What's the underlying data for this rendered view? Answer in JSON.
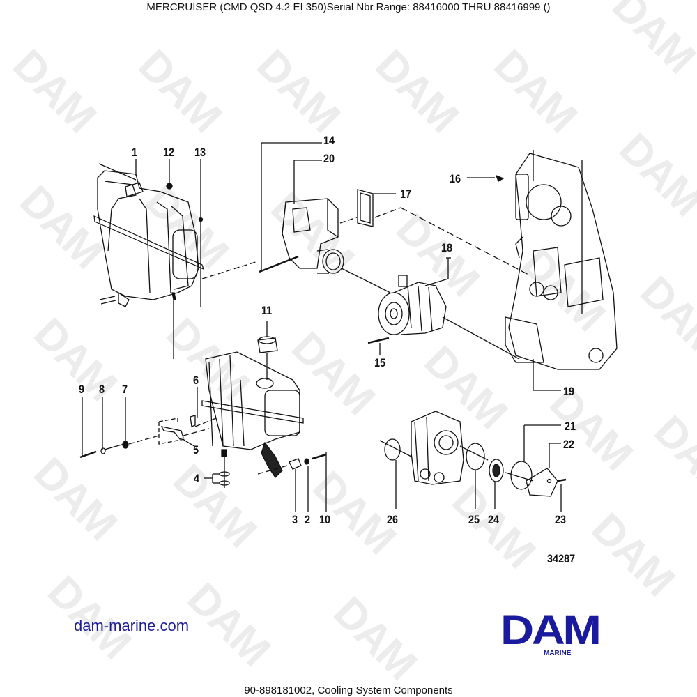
{
  "header": {
    "title": "MERCRUISER (CMD QSD 4.2 EI 350)Serial Nbr Range: 88416000 THRU 88416999 ()"
  },
  "watermark": {
    "text": "DAM",
    "color": "#ececec"
  },
  "diagram": {
    "figure_number": "34287",
    "callouts": [
      {
        "id": "1",
        "label": "1"
      },
      {
        "id": "2",
        "label": "2"
      },
      {
        "id": "3",
        "label": "3"
      },
      {
        "id": "4",
        "label": "4"
      },
      {
        "id": "5",
        "label": "5"
      },
      {
        "id": "6",
        "label": "6"
      },
      {
        "id": "7",
        "label": "7"
      },
      {
        "id": "8",
        "label": "8"
      },
      {
        "id": "9",
        "label": "9"
      },
      {
        "id": "10",
        "label": "10"
      },
      {
        "id": "11",
        "label": "11"
      },
      {
        "id": "12",
        "label": "12"
      },
      {
        "id": "13",
        "label": "13"
      },
      {
        "id": "14",
        "label": "14"
      },
      {
        "id": "15",
        "label": "15"
      },
      {
        "id": "16",
        "label": "16"
      },
      {
        "id": "17",
        "label": "17"
      },
      {
        "id": "18",
        "label": "18"
      },
      {
        "id": "19",
        "label": "19"
      },
      {
        "id": "20",
        "label": "20"
      },
      {
        "id": "21",
        "label": "21"
      },
      {
        "id": "22",
        "label": "22"
      },
      {
        "id": "23",
        "label": "23"
      },
      {
        "id": "24",
        "label": "24"
      },
      {
        "id": "25",
        "label": "25"
      },
      {
        "id": "26",
        "label": "26"
      }
    ]
  },
  "branding": {
    "website": "dam-marine.com",
    "logo_text": "DAM",
    "logo_subtext": "MARINE",
    "brand_color": "#1a1a9e"
  },
  "footer": {
    "caption": "90-898181002, Cooling System Components"
  }
}
